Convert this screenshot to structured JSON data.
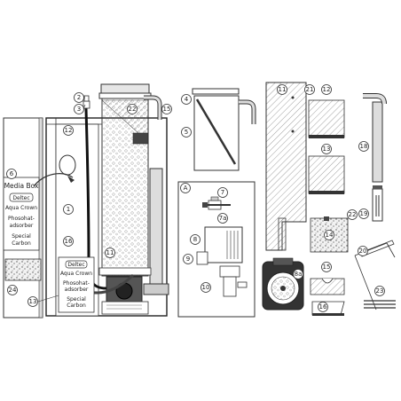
{
  "media_box": {
    "title": "Media Box",
    "brand": "Deltec",
    "line1": "Aqua Crown",
    "line2": "Phosohat-",
    "line3": "adsorber",
    "line4": "Special",
    "line5": "Carbon"
  },
  "skimmer_box": {
    "brand": "Deltec",
    "line1": "Aqua Crown",
    "line2": "Phosohat-",
    "line3": "adsorber",
    "line4": "Special",
    "line5": "Carbon"
  },
  "section_label": "A",
  "callouts": {
    "c1": "1",
    "c2": "2",
    "c3": "3",
    "c4": "4",
    "c5": "5",
    "c6": "6",
    "c7": "7",
    "c7a": "7a",
    "c8": "8",
    "c8a": "8a",
    "c9": "9",
    "c10": "10",
    "c11": "11",
    "c11b": "11",
    "c12": "12",
    "c12b": "12",
    "c13": "13",
    "c13b": "13",
    "c14": "14",
    "c15": "15",
    "c15b": "15",
    "c16": "16",
    "c16b": "16",
    "c18": "18",
    "c19": "19",
    "c20": "20",
    "c21": "21",
    "c22": "22",
    "c22b": "22",
    "c23": "23",
    "c24": "24"
  }
}
